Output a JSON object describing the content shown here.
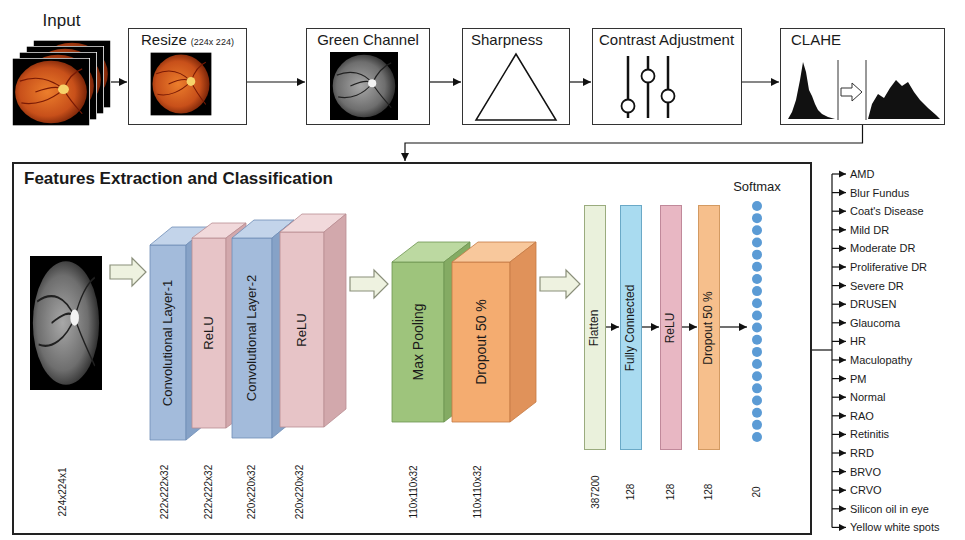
{
  "diagram": {
    "nodes": [
      {
        "text": [
          "Input"
        ]
      },
      {
        "text": [
          "Resize",
          "(224x 224)"
        ]
      },
      {
        "text": [
          "Green Channel"
        ]
      },
      {
        "text": [
          "Sharpness"
        ]
      },
      {
        "text": [
          "Contrast Adjustment"
        ]
      },
      {
        "text": [
          "CLAHE"
        ]
      },
      {
        "text": [
          "Features Extraction and Classification"
        ]
      },
      {
        "text": [
          "Convolutional Layer-1"
        ],
        "in": 6
      },
      {
        "text": [
          "ReLU"
        ],
        "in": 6
      },
      {
        "text": [
          "Convolutional Layer-2"
        ],
        "in": 6
      },
      {
        "text": [
          "ReLU"
        ],
        "in": 6
      },
      {
        "text": [
          "Max Pooling"
        ],
        "in": 6
      },
      {
        "text": [
          "Dropout 50 %"
        ],
        "in": 6
      },
      {
        "text": [
          "Flatten"
        ],
        "in": 6
      },
      {
        "text": [
          "Fully Connected"
        ],
        "in": 6
      },
      {
        "text": [
          "ReLU"
        ],
        "in": 6
      },
      {
        "text": [
          "Dropout 50 %"
        ],
        "in": 6
      },
      {
        "text": [
          "Softmax"
        ],
        "in": 6
      }
    ],
    "edges": [
      {
        "from": 0,
        "to": 1,
        "arrow": "to"
      },
      {
        "from": 1,
        "to": 2,
        "arrow": "to"
      },
      {
        "from": 2,
        "to": 3,
        "arrow": "to"
      },
      {
        "from": 3,
        "to": 4,
        "arrow": "to"
      },
      {
        "from": 4,
        "to": 5,
        "arrow": "to"
      },
      {
        "from": 5,
        "to": 6,
        "arrow": "to"
      },
      {
        "from": 10,
        "to": 11,
        "arrow": "to"
      },
      {
        "from": 12,
        "to": 13,
        "arrow": "to"
      },
      {
        "from": 13,
        "to": 14,
        "arrow": "to"
      },
      {
        "from": 14,
        "to": 15,
        "arrow": "to"
      },
      {
        "from": 15,
        "to": 16,
        "arrow": "to"
      },
      {
        "from": 16,
        "to": 17,
        "arrow": "to"
      }
    ],
    "labels": [
      "224x224x1",
      "222x222x32",
      "222x222x32",
      "220x220x32",
      "220x220x32",
      "110x110x32",
      "110x110x32",
      "387200",
      "128",
      "128",
      "128",
      "20",
      "AMD",
      "Blur Fundus",
      "Coat's Disease",
      "Mild DR",
      "Moderate DR",
      "Proliferative DR",
      "Severe DR",
      "DRUSEN",
      "Glaucoma",
      "HR",
      "Maculopathy",
      "PM",
      "Normal",
      "RAO",
      "Retinitis",
      "RRD",
      "BRVO",
      "CRVO",
      "Silicon oil in eye",
      "Yellow white spots"
    ]
  }
}
